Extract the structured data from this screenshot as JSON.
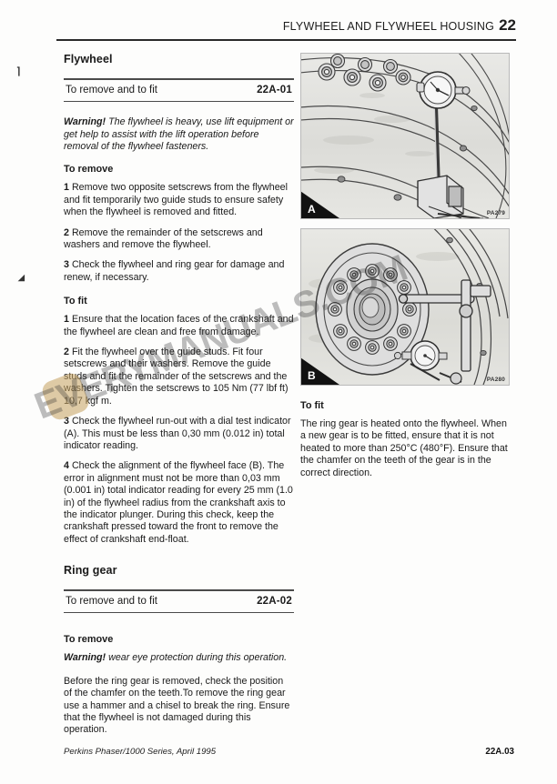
{
  "header": {
    "title": "FLYWHEEL AND FLYWHEEL HOUSING",
    "chapter": "22"
  },
  "left_column": {
    "section1": {
      "title": "Flywheel",
      "operation_name": "To remove and to fit",
      "operation_code": "22A-01",
      "warning_word": "Warning!",
      "warning_text": " The flywheel is heavy, use lift equipment or get help to assist with the lift operation before removal of the flywheel fasteners.",
      "remove_heading": "To remove",
      "remove_steps": [
        {
          "num": "1",
          "text": "Remove two opposite setscrews from the flywheel and fit temporarily two guide studs to ensure safety when the flywheel is removed and fitted."
        },
        {
          "num": "2",
          "text": "Remove the remainder of the setscrews and washers and remove the flywheel."
        },
        {
          "num": "3",
          "text": "Check the flywheel and ring gear for damage and renew, if necessary."
        }
      ],
      "fit_heading": "To fit",
      "fit_steps": [
        {
          "num": "1",
          "text": "Ensure that the location faces of the crankshaft and the flywheel are clean and free from damage."
        },
        {
          "num": "2",
          "text": "Fit the flywheel over the guide studs. Fit four setscrews and their washers. Remove the guide studs and fit the remainder of the setscrews and the washers. Tighten the setscrews to 105 Nm (77 lbf ft) 10,7 kgf m."
        },
        {
          "num": "3",
          "text": "Check the flywheel run-out with a dial test indicator (A).  This must be less than 0,30 mm (0.012 in) total indicator reading."
        },
        {
          "num": "4",
          "text": "Check the alignment of the flywheel face (B). The error in alignment must not be more than 0,03 mm (0.001 in) total indicator reading for every 25 mm (1.0 in) of the flywheel radius from the crankshaft axis to the indicator plunger. During this check, keep the crankshaft pressed toward the front to remove the effect of crankshaft end-float."
        }
      ]
    },
    "section2": {
      "title": "Ring gear",
      "operation_name": "To remove and to fit",
      "operation_code": "22A-02",
      "remove_heading": "To remove",
      "warning_word": "Warning!",
      "warning_text": " wear eye protection during this operation.",
      "remove_text": "Before the ring gear is removed, check the position of the chamfer on the teeth.To remove the ring gear use a hammer and a chisel to break the ring. Ensure that the flywheel is not damaged during this operation."
    }
  },
  "right_column": {
    "figure_a": {
      "letter": "A",
      "code": "PA279"
    },
    "figure_b": {
      "letter": "B",
      "code": "PA280"
    },
    "fit_heading": "To fit",
    "fit_text": "The ring gear is heated onto the flywheel. When a new gear is to be fitted, ensure that it is not heated to more than 250°C (480°F). Ensure that the chamfer on the teeth of the gear is in the correct direction."
  },
  "watermark": {
    "text": "EVERYMANUALS.COM"
  },
  "footer": {
    "left": "Perkins Phaser/1000 Series, April 1995",
    "right": "22A.03"
  },
  "artifacts": {
    "mark1": "⌉",
    "mark2": "◢"
  }
}
